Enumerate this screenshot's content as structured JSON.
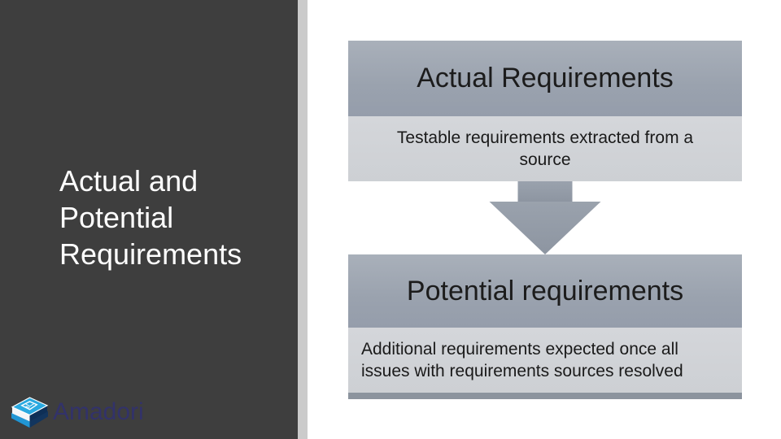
{
  "slide": {
    "title": "Actual and Potential Requirements"
  },
  "logo": {
    "text": "Amadori",
    "icon": "book-icon"
  },
  "diagram": {
    "steps": [
      {
        "header": "Actual Requirements",
        "body": "Testable requirements extracted from a source"
      },
      {
        "header": "Potential requirements",
        "body": "Additional requirements expected once all issues with requirements sources resolved"
      }
    ],
    "arrow_icon": "down-arrow"
  },
  "colors": {
    "panel_dark": "#3e3e3e",
    "divider_gray": "#cbcbcb",
    "header_box_gray": "#9aa2ae",
    "body_box_gray": "#cfd1d5",
    "arrow_gray": "#949ca8",
    "bottom_strip_gray": "#8c949e",
    "box_text_dark": "#1c1c1c",
    "title_white": "#ffffff",
    "logo_text_navy": "#32326a",
    "logo_cyan": "#29a9e0"
  }
}
